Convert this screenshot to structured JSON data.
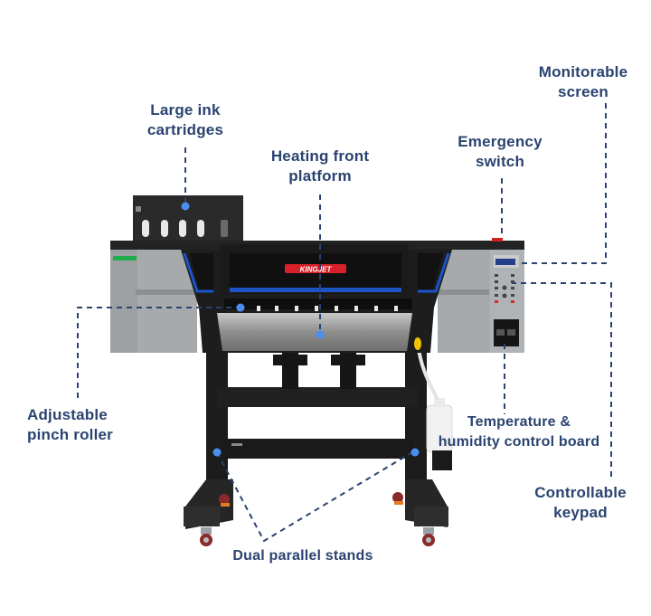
{
  "brand_logo": "KINGJET",
  "colors": {
    "label_text": "#2a4370",
    "leader_line": "#2a4370",
    "marker_dot": "#4a8ef0",
    "machine_black": "#1c1c1c",
    "machine_gray": "#a5a8ab",
    "accent_blue": "#1c54c8",
    "logo_red": "#d8202a",
    "green_indicator": "#1fae4a",
    "yellow_knob": "#f2c300",
    "caster_red": "#8a2a2a",
    "caster_orange": "#e77a1e"
  },
  "callouts": [
    {
      "id": "large-ink-cartridges",
      "lines": [
        "Large ink",
        "cartridges"
      ]
    },
    {
      "id": "heating-front-platform",
      "lines": [
        "Heating front",
        "platform"
      ]
    },
    {
      "id": "emergency-switch",
      "lines": [
        "Emergency",
        "switch"
      ]
    },
    {
      "id": "monitorable-screen",
      "lines": [
        "Monitorable",
        "screen"
      ]
    },
    {
      "id": "adjustable-pinch-roller",
      "lines": [
        "Adjustable",
        "pinch roller"
      ]
    },
    {
      "id": "temperature-humidity-control-board",
      "lines": [
        "Temperature &",
        "humidity control board"
      ]
    },
    {
      "id": "controllable-keypad",
      "lines": [
        "Controllable",
        "keypad"
      ]
    },
    {
      "id": "dual-parallel-stands",
      "lines": [
        "Dual parallel stands"
      ]
    }
  ]
}
